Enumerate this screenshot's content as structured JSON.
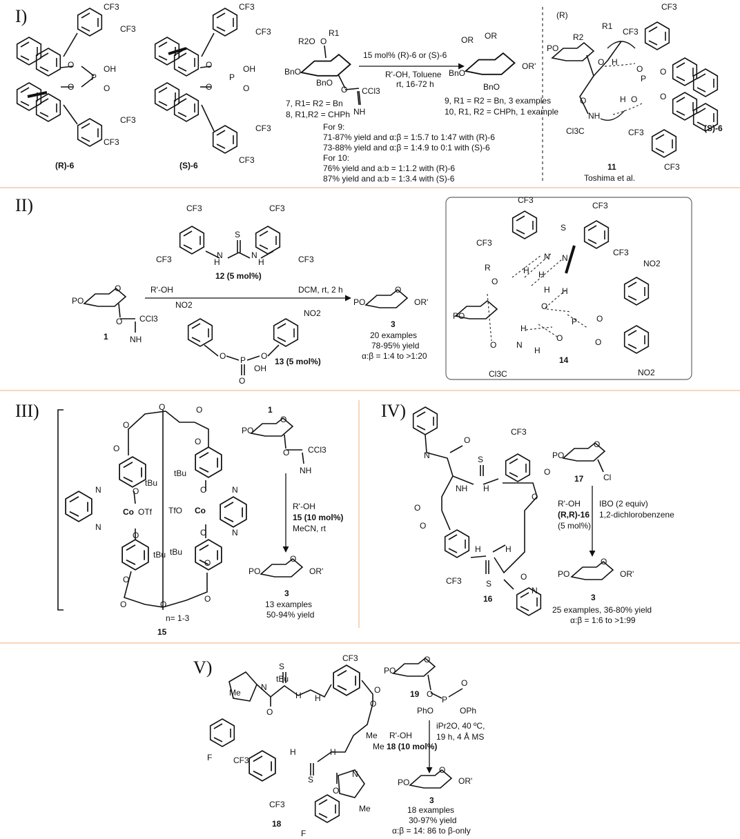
{
  "panels": {
    "I": {
      "label": "I)",
      "cat_R": "(R)-6",
      "cat_S": "(S)-6",
      "sub_7": "7, R1= R2 = Bn",
      "sub_8": "8, R1,R2 = CHPh",
      "cond_top": "15 mol% (R)-6 or (S)-6",
      "cond_mid": "R'-OH, Toluene",
      "cond_bot": "rt, 16-72 h",
      "prod_9": "9, R1 = R2 = Bn, 3 examples",
      "prod_10": "10, R1, R2 = CHPh, 1 example",
      "for9": "For 9:",
      "r9a": "71-87% yield and α:β = 1:5.7 to 1:47 with (R)-6",
      "r9b": "73-88% yield and α:β = 1:4.9 to 0:1 with (S)-6",
      "for10": "For 10:",
      "r10a": "76% yield and a:b = 1:1.2 with (R)-6",
      "r10b": "87% yield and a:b = 1:3.4 with (S)-6",
      "ts": "11",
      "ts_ref": "Toshima et al.",
      "ts_cat": "(S)-6"
    },
    "II": {
      "label": "II)",
      "sm": "1",
      "reagent": "R'-OH",
      "cat12": "12 (5 mol%)",
      "cond": "DCM, rt, 2 h",
      "cat13": "13 (5 mol%)",
      "prod": "3",
      "r1": "20 examples",
      "r2": "78-95% yield",
      "r3": "α:β = 1:4 to >1:20",
      "ts": "14"
    },
    "III": {
      "label": "III)",
      "sm": "1",
      "reagent": "R'-OH",
      "cat": "15 (10 mol%)",
      "solv": "MeCN, rt",
      "prod": "3",
      "r1": "13 examples",
      "r2": "50-94% yield",
      "n": "n= 1-3",
      "cat_label": "15"
    },
    "IV": {
      "label": "IV)",
      "sm": "17",
      "reagent": "R'-OH",
      "cat": "(R,R)-16",
      "cat_load": "(5 mol%)",
      "ox": "IBO (2 equiv)",
      "solv": "1,2-dichlorobenzene",
      "prod": "3",
      "r1": "25 examples, 36-80% yield",
      "r2": "α:β = 1:6 to >1:99",
      "cat_label": "16"
    },
    "V": {
      "label": "V)",
      "sm": "19",
      "reagent": "R'-OH",
      "cat": "18 (10 mol%)",
      "cond1": "iPr2O, 40 ºC,",
      "cond2": "19 h, 4 Å MS",
      "prod": "3",
      "r1": "18 examples",
      "r2": "30-97% yield",
      "r3": "α:β = 14: 86 to β-only",
      "cat_label": "18"
    }
  },
  "atoms": {
    "cf3": "CF3",
    "oh": "OH",
    "o": "O",
    "p": "P",
    "s": "S",
    "n": "N",
    "h": "H",
    "nh": "NH",
    "ccl3": "CCl3",
    "cl3c": "Cl3C",
    "bno": "BnO",
    "po": "PO",
    "or": "OR",
    "orp": "OR'",
    "no2": "NO2",
    "co": "Co",
    "otf": "OTf",
    "tfo": "TfO",
    "tbu": "tBu",
    "cl": "Cl",
    "me": "Me",
    "f": "F",
    "pho": "PhO",
    "oph": "OPh",
    "r": "R",
    "rp": "(R)",
    "r1": "R1",
    "r2": "R2",
    "r2o": "R2O"
  },
  "colors": {
    "separator": "#f2c8a8",
    "ink": "#111111"
  }
}
